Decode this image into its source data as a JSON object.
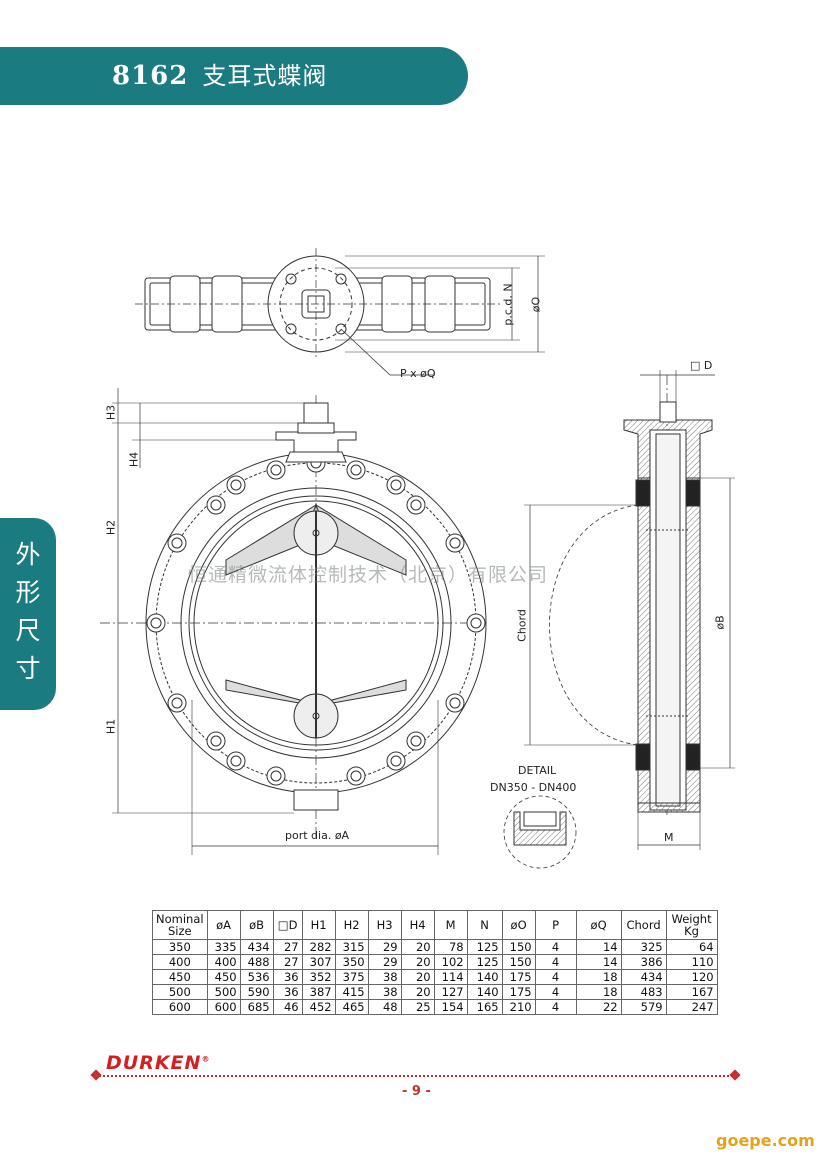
{
  "header": {
    "code": "8162",
    "title": "支耳式蝶阀"
  },
  "side_tab": {
    "chars": [
      "外",
      "形",
      "尺",
      "寸"
    ]
  },
  "watermark": "恒通精微流体控制技术（北京）有限公司",
  "drawing_labels": {
    "pcd": "p.c.d. N",
    "dO": "øO",
    "pxq": "P x øQ",
    "h3": "H3",
    "h4": "H4",
    "h2": "H2",
    "h1": "H1",
    "port": "port dia. øA",
    "D": "□ D",
    "chord": "Chord",
    "dB": "øB",
    "M": "M",
    "detail": "DETAIL",
    "detail_range": "DN350 - DN400"
  },
  "table": {
    "headers": [
      "Nominal\nSize",
      "øA",
      "øB",
      "□D",
      "H1",
      "H2",
      "H3",
      "H4",
      "M",
      "N",
      "øO",
      "P",
      "øQ",
      "Chord",
      "Weight\nKg"
    ],
    "rows": [
      [
        "350",
        "335",
        "434",
        "27",
        "282",
        "315",
        "29",
        "20",
        "78",
        "125",
        "150",
        "4",
        "14",
        "325",
        "64"
      ],
      [
        "400",
        "400",
        "488",
        "27",
        "307",
        "350",
        "29",
        "20",
        "102",
        "125",
        "150",
        "4",
        "14",
        "386",
        "110"
      ],
      [
        "450",
        "450",
        "536",
        "36",
        "352",
        "375",
        "38",
        "20",
        "114",
        "140",
        "175",
        "4",
        "18",
        "434",
        "120"
      ],
      [
        "500",
        "500",
        "590",
        "36",
        "387",
        "415",
        "38",
        "20",
        "127",
        "140",
        "175",
        "4",
        "18",
        "483",
        "167"
      ],
      [
        "600",
        "600",
        "685",
        "46",
        "452",
        "465",
        "48",
        "25",
        "154",
        "165",
        "210",
        "4",
        "22",
        "579",
        "247"
      ]
    ]
  },
  "footer": {
    "logo": "DURKEN",
    "page": "- 9 -",
    "site": "goepe.com"
  }
}
